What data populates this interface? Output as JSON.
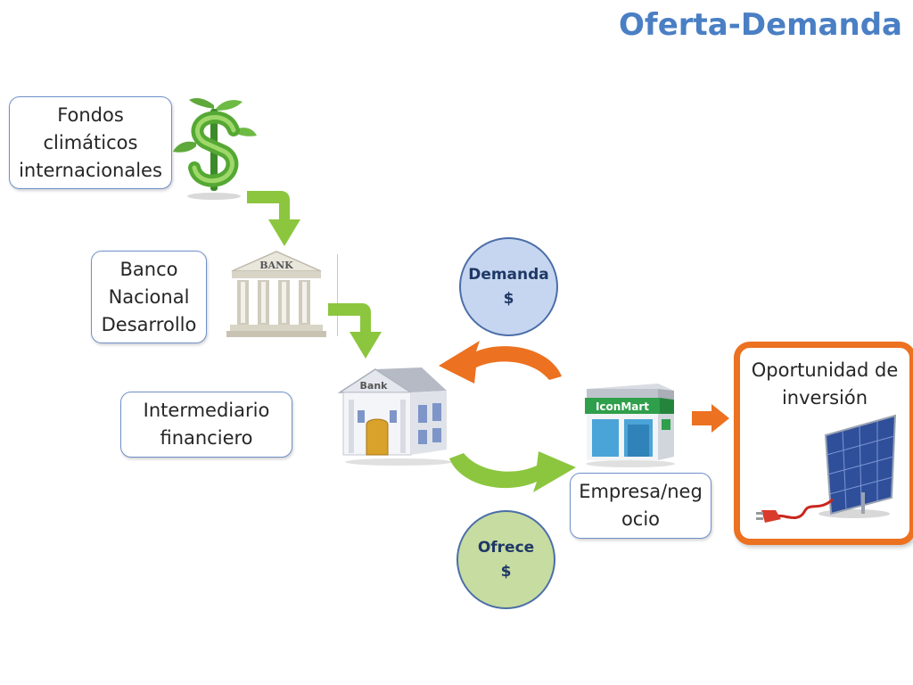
{
  "title": "Oferta-Demanda",
  "boxes": {
    "fondos": "Fondos\nclimáticos\ninternacionales",
    "banco": "Banco\nNacional\nDesarrollo",
    "intermediario": "Intermediario\nfinanciero",
    "empresa": "Empresa/neg\nocio",
    "oportunidad": "Oportunidad de\ninversión"
  },
  "circles": {
    "demanda": {
      "label": "Demanda",
      "symbol": "$"
    },
    "ofrece": {
      "label": "Ofrece",
      "symbol": "$"
    }
  },
  "icons": {
    "bank_sign_1": "BANK",
    "bank_sign_2": "Bank",
    "store_sign": "IconMart"
  },
  "colors": {
    "title": "#4a7fc4",
    "green_arrow": "#8cc63f",
    "orange_arrow": "#ec7120",
    "demanda_fill": "#c6d6f0",
    "ofrece_fill": "#c7dca0"
  }
}
